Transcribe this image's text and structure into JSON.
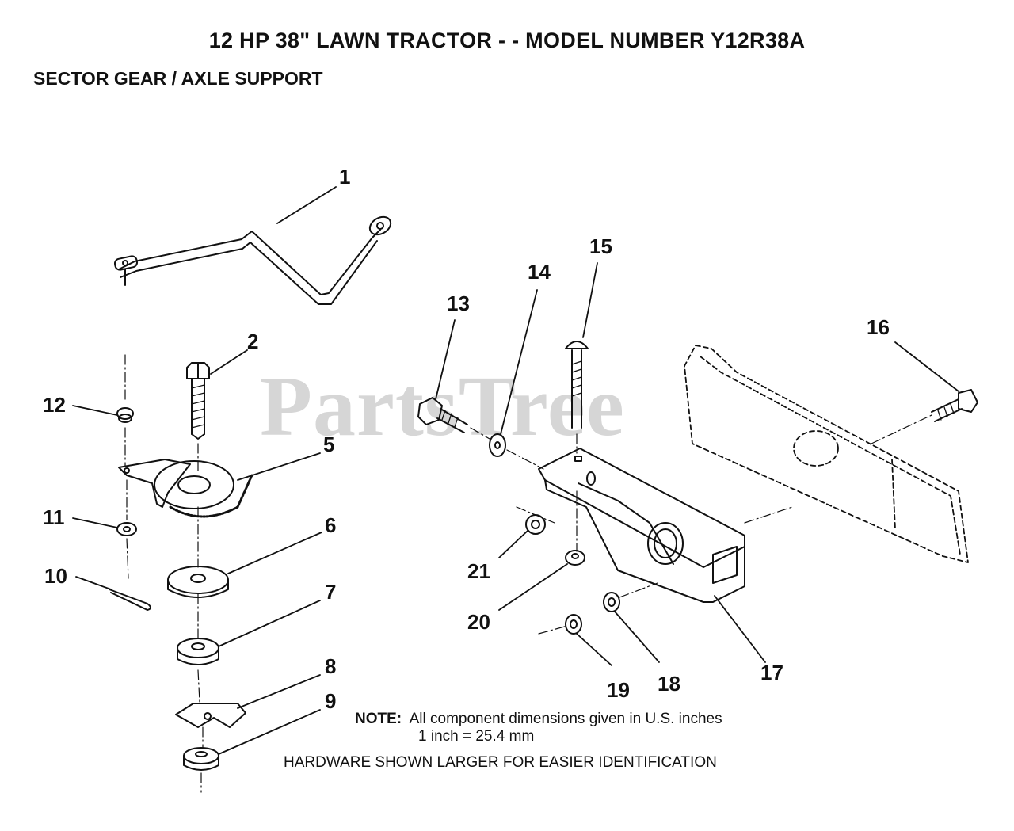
{
  "header": {
    "title": "12 HP 38\" LAWN TRACTOR - - MODEL NUMBER Y12R38A",
    "subtitle": "SECTOR GEAR / AXLE SUPPORT"
  },
  "watermark": "PartsTree",
  "callouts": [
    "1",
    "2",
    "5",
    "6",
    "7",
    "8",
    "9",
    "10",
    "11",
    "12",
    "13",
    "14",
    "15",
    "16",
    "17",
    "18",
    "19",
    "20",
    "21"
  ],
  "note": {
    "label": "NOTE:",
    "line1": "All component dimensions given in U.S. inches",
    "line2": "1 inch = 25.4 mm"
  },
  "hardware_note": "HARDWARE SHOWN LARGER FOR EASIER IDENTIFICATION"
}
